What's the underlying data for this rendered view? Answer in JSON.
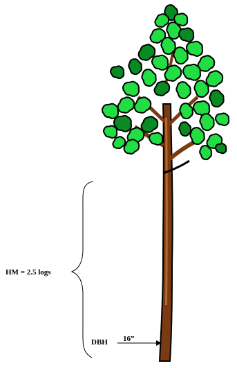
{
  "labels": {
    "height_label": "HM = 2.5 logs",
    "dbh_label": "DBH",
    "diameter_value": "16”"
  },
  "colors": {
    "foliage": "#22dd44",
    "foliage_dark": "#0a8a22",
    "trunk": "#7a3a12",
    "trunk_light": "#b86a2a",
    "outline": "#000000"
  }
}
